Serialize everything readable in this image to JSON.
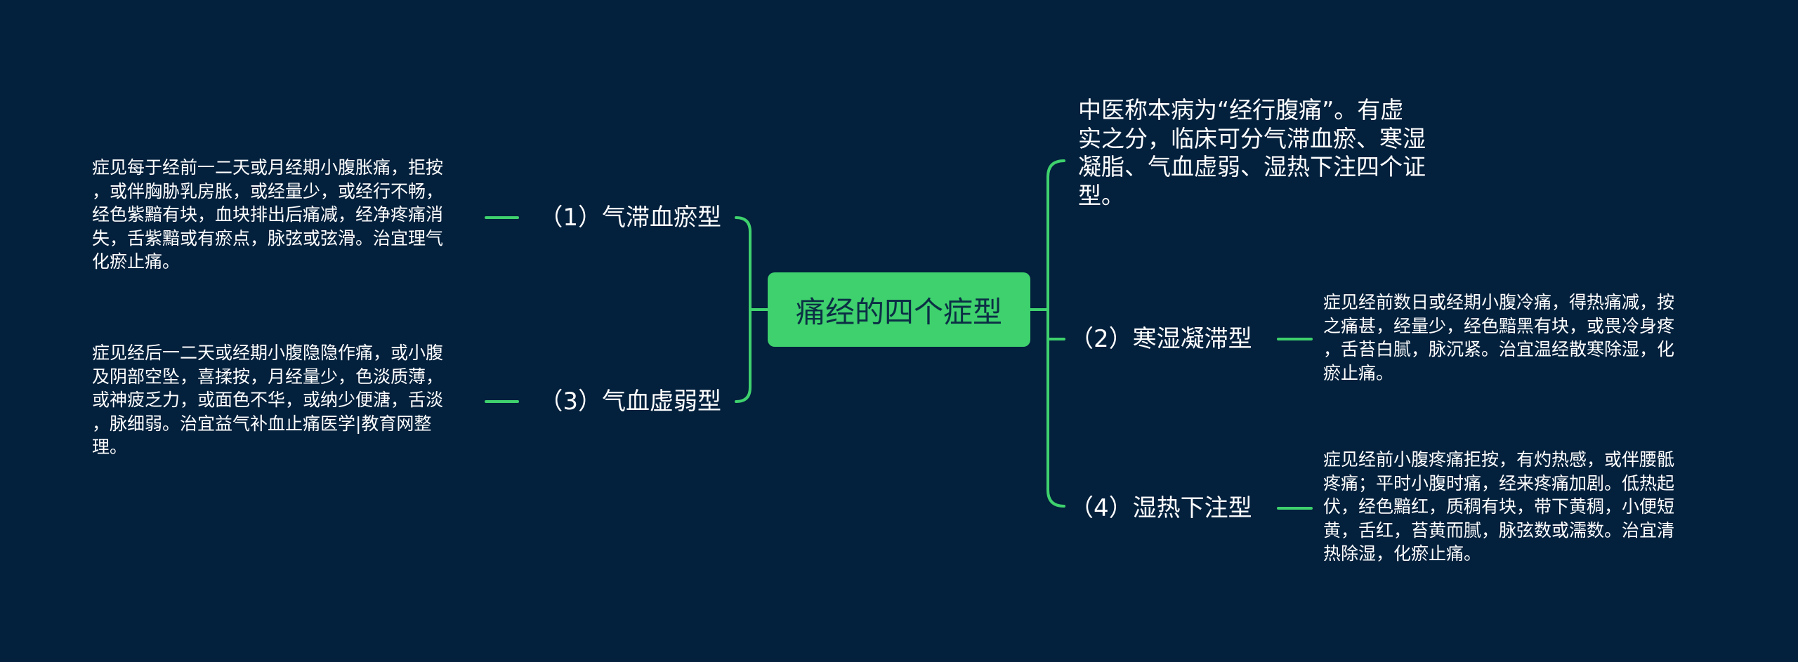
{
  "colors": {
    "background": "#03203c",
    "accent": "#3ed16d",
    "root_text": "#0c2f45",
    "text": "#ffffff"
  },
  "root": {
    "title": "痛经的四个症型"
  },
  "summary": {
    "text": "中医称本病为“经行腹痛”。有虚\n实之分，临床可分气滞血瘀、寒湿\n凝脂、气血虚弱、湿热下注四个证\n型。"
  },
  "branches": {
    "b1": {
      "label": "（1）气滞血瘀型",
      "detail": "症见每于经前一二天或月经期小腹胀痛，拒按\n，或伴胸胁乳房胀，或经量少，或经行不畅，\n经色紫黯有块，血块排出后痛减，经净疼痛消\n失，舌紫黯或有瘀点，脉弦或弦滑。治宜理气\n化瘀止痛。"
    },
    "b2": {
      "label": "（2）寒湿凝滞型",
      "detail": "症见经前数日或经期小腹冷痛，得热痛减，按\n之痛甚，经量少，经色黯黑有块，或畏冷身疼\n，舌苔白腻，脉沉紧。治宜温经散寒除湿，化\n瘀止痛。"
    },
    "b3": {
      "label": "（3）气血虚弱型",
      "detail": "症见经后一二天或经期小腹隐隐作痛，或小腹\n及阴部空坠，喜揉按，月经量少，色淡质薄，\n或神疲乏力，或面色不华，或纳少便溏，舌淡\n，脉细弱。治宜益气补血止痛医学|教育网整\n理。"
    },
    "b4": {
      "label": "（4）湿热下注型",
      "detail": "症见经前小腹疼痛拒按，有灼热感，或伴腰骶\n疼痛；平时小腹时痛，经来疼痛加剧。低热起\n伏，经色黯红，质稠有块，带下黄稠，小便短\n黄，舌红，苔黄而腻，脉弦数或濡数。治宜清\n热除湿，化瘀止痛。"
    }
  }
}
